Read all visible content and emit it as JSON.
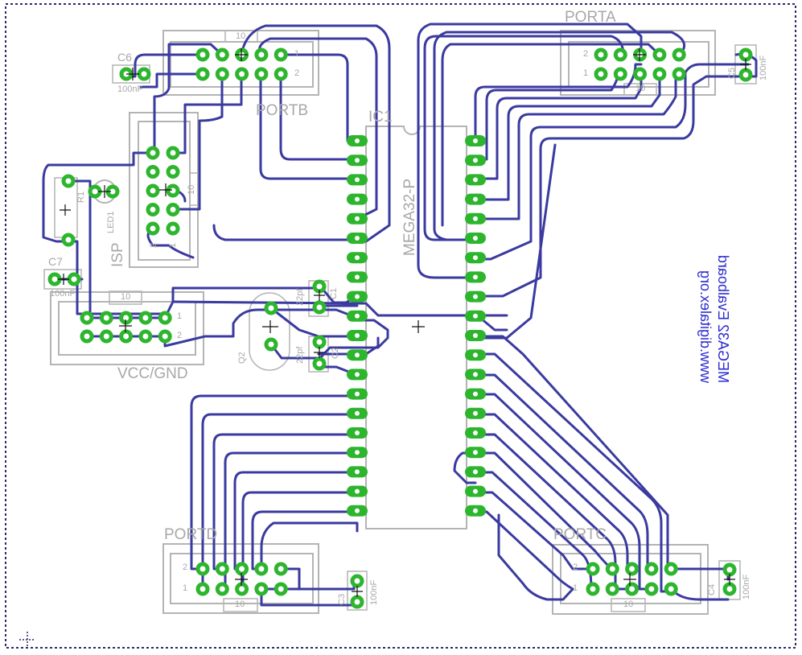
{
  "board": {
    "ic": {
      "ref": "IC1",
      "value": "MEGA32-P"
    },
    "connectors": {
      "porta": "PORTA",
      "portb": "PORTB",
      "portc": "PORTC",
      "portd": "PORTD",
      "isp": "ISP",
      "power": "VCC/GND"
    },
    "header_marks": {
      "one": "1",
      "two": "2",
      "ten": "10"
    },
    "components": {
      "c6": "C6",
      "c6_val": "100nF",
      "c7": "C7",
      "c7_val": "100nF",
      "c5": "C5",
      "c5_val": "100nF",
      "c4": "C4",
      "c4_val": "100nF",
      "c3": "C3",
      "c3_val": "100nF",
      "c1": "C1",
      "c1_val": "22pf",
      "c2": "C2",
      "c2_val": "22pf",
      "r1": "R1",
      "led1": "LED1",
      "q2": "Q2"
    },
    "brand_lines": [
      "MEGA32 Evalboard",
      "www.digitalex.org"
    ]
  },
  "colors": {
    "trace": "#3a3aa0",
    "pad": "#2db52d",
    "silk": "#a8a8a8",
    "brand": "#2b2bd0",
    "border": "#2a2a6a"
  }
}
